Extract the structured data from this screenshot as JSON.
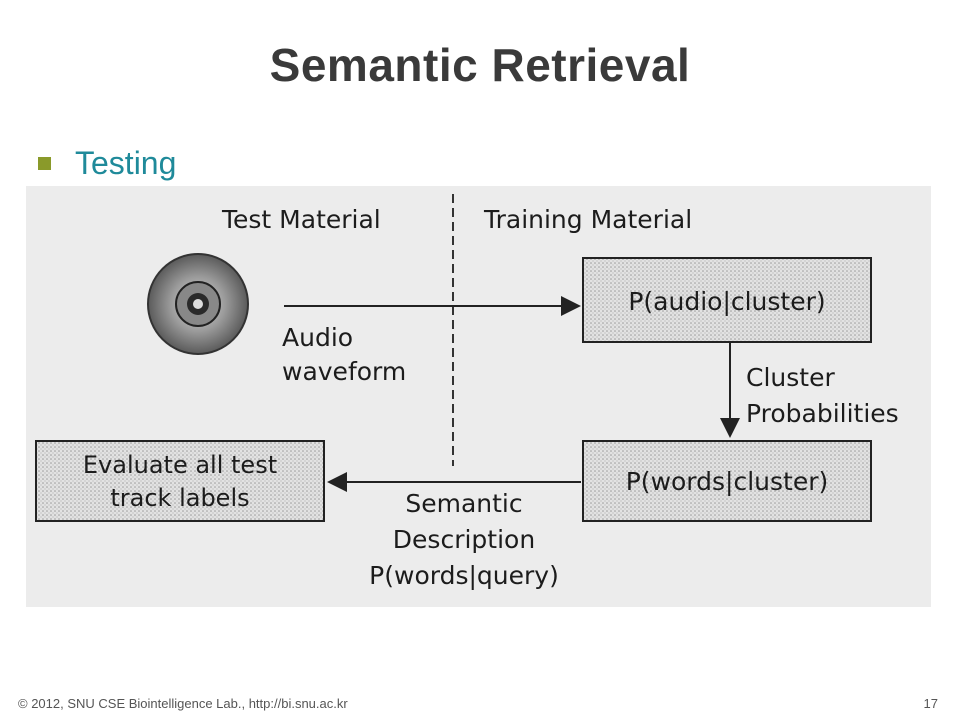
{
  "slide": {
    "title": "Semantic Retrieval",
    "bullet": "Testing",
    "footer": "© 2012, SNU CSE Biointelligence Lab., http://bi.snu.ac.kr",
    "page_number": "17"
  },
  "diagram": {
    "test_material": "Test Material",
    "training_material": "Training Material",
    "audio_line1": "Audio",
    "audio_line2": "waveform",
    "p_audio_cluster": "P(audio|cluster)",
    "cluster_line1": "Cluster",
    "cluster_line2": "Probabilities",
    "p_words_cluster": "P(words|cluster)",
    "evaluate_line1": "Evaluate all test",
    "evaluate_line2": "track labels",
    "semantic_line1": "Semantic",
    "semantic_line2": "Description",
    "semantic_line3": "P(words|query)"
  },
  "colors": {
    "title": "#3a3a3a",
    "bullet_text": "#1f8a9a",
    "bullet_mark": "#8a9a2a",
    "figure_bg": "#ececec"
  }
}
